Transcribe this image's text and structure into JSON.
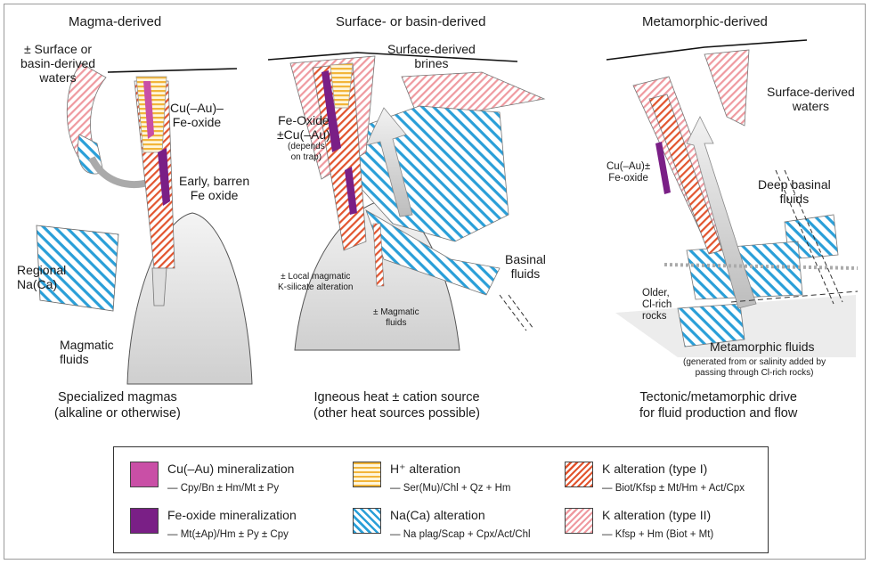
{
  "headers": {
    "magma": "Magma-derived",
    "surface": "Surface- or basin-derived",
    "meta": "Metamorphic-derived"
  },
  "panel1": {
    "surface_waters": "± Surface or\nbasin-derived\nwaters",
    "cu_fe_oxide": "Cu(–Au)–\nFe-oxide",
    "early_barren": "Early, barren\nFe oxide",
    "regional": "Regional\nNa(Ca)",
    "magmatic_fluids": "Magmatic\nfluids",
    "caption": "Specialized magmas\n(alkaline or otherwise)"
  },
  "panel2": {
    "brines": "Surface-derived\nbrines",
    "fe_oxide": "Fe-Oxide\n±Cu(–Au)",
    "depends": "(depends\non trap)",
    "local_k": "± Local magmatic\nK-silicate alteration",
    "basinal": "Basinal\nfluids",
    "magmatic": "± Magmatic\nfluids",
    "caption": "Igneous heat ± cation source\n(other heat sources possible)"
  },
  "panel3": {
    "surface_waters": "Surface-derived\nwaters",
    "cu_fe": "Cu(–Au)±\nFe-oxide",
    "deep_basinal": "Deep basinal\nfluids",
    "older": "Older,\nCl-rich\nrocks",
    "meta_fluids": "Metamorphic fluids",
    "meta_note": "(generated from or salinity added by\npassing through Cl-rich rocks)",
    "caption": "Tectonic/metamorphic drive\nfor fluid production and flow"
  },
  "legend": {
    "items": [
      {
        "title": "Cu(–Au) mineralization",
        "sub": "— Cpy/Bn ± Hm/Mt ± Py",
        "swatch": "cu-mineralization"
      },
      {
        "title": "Fe-oxide mineralization",
        "sub": "— Mt(±Ap)/Hm ± Py ± Cpy",
        "swatch": "fe-mineralization"
      },
      {
        "title": "H⁺ alteration",
        "sub": "— Ser(Mu)/Chl + Qz + Hm",
        "swatch": "h-alteration"
      },
      {
        "title": "Na(Ca) alteration",
        "sub": "— Na plag/Scap + Cpx/Act/Chl",
        "swatch": "na-alteration"
      },
      {
        "title": "K alteration (type I)",
        "sub": "— Biot/Kfsp ± Mt/Hm + Act/Cpx",
        "swatch": "k1-alteration"
      },
      {
        "title": "K alteration (type II)",
        "sub": "— Kfsp + Hm (Biot + Mt)",
        "swatch": "k2-alteration"
      }
    ]
  },
  "colors": {
    "cu_mineralization": "#c94fa6",
    "fe_mineralization": "#7a1f86",
    "h_alteration": "#f2b53a",
    "na_alteration": "#2a9fd8",
    "k1_alteration": "#e2542e",
    "k2_alteration": "#ef9aa0",
    "intrusion": "#d9d9d9"
  }
}
